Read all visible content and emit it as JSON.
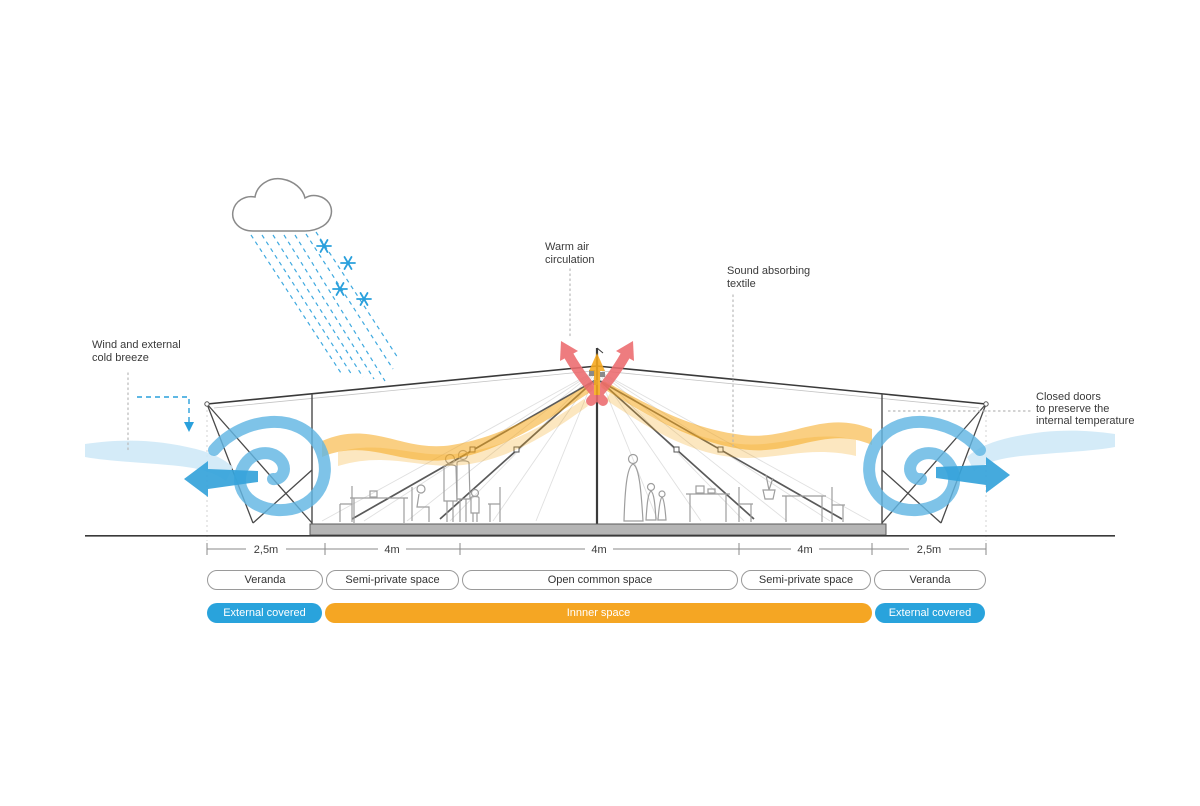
{
  "annotations": {
    "wind": {
      "line1": "Wind and external",
      "line2": "cold breeze"
    },
    "warm_air": {
      "line1": "Warm air",
      "line2": "circulation"
    },
    "sound": {
      "line1": "Sound absorbing",
      "line2": "textile"
    },
    "doors": {
      "line1": "Closed doors",
      "line2": "to preserve the",
      "line3": "internal temperature"
    }
  },
  "dimensions": {
    "labels": [
      "2,5m",
      "4m",
      "4m",
      "4m",
      "2,5m"
    ]
  },
  "spaces": [
    {
      "label": "Veranda"
    },
    {
      "label": "Semi-private space"
    },
    {
      "label": "Open common space"
    },
    {
      "label": "Semi-private space"
    },
    {
      "label": "Veranda"
    }
  ],
  "zones": [
    {
      "label": "External covered",
      "color": "#29a3dc"
    },
    {
      "label": "Innner space",
      "color": "#f5a623"
    },
    {
      "label": "External covered",
      "color": "#29a3dc"
    }
  ],
  "colors": {
    "cold_air_blue": "#29a3dc",
    "light_stream_blue": "#cfe9f7",
    "warm_air_orange": "#f5a623",
    "hot_air_red": "#ec6b6e",
    "structure_gray": "#3a3a3a"
  }
}
